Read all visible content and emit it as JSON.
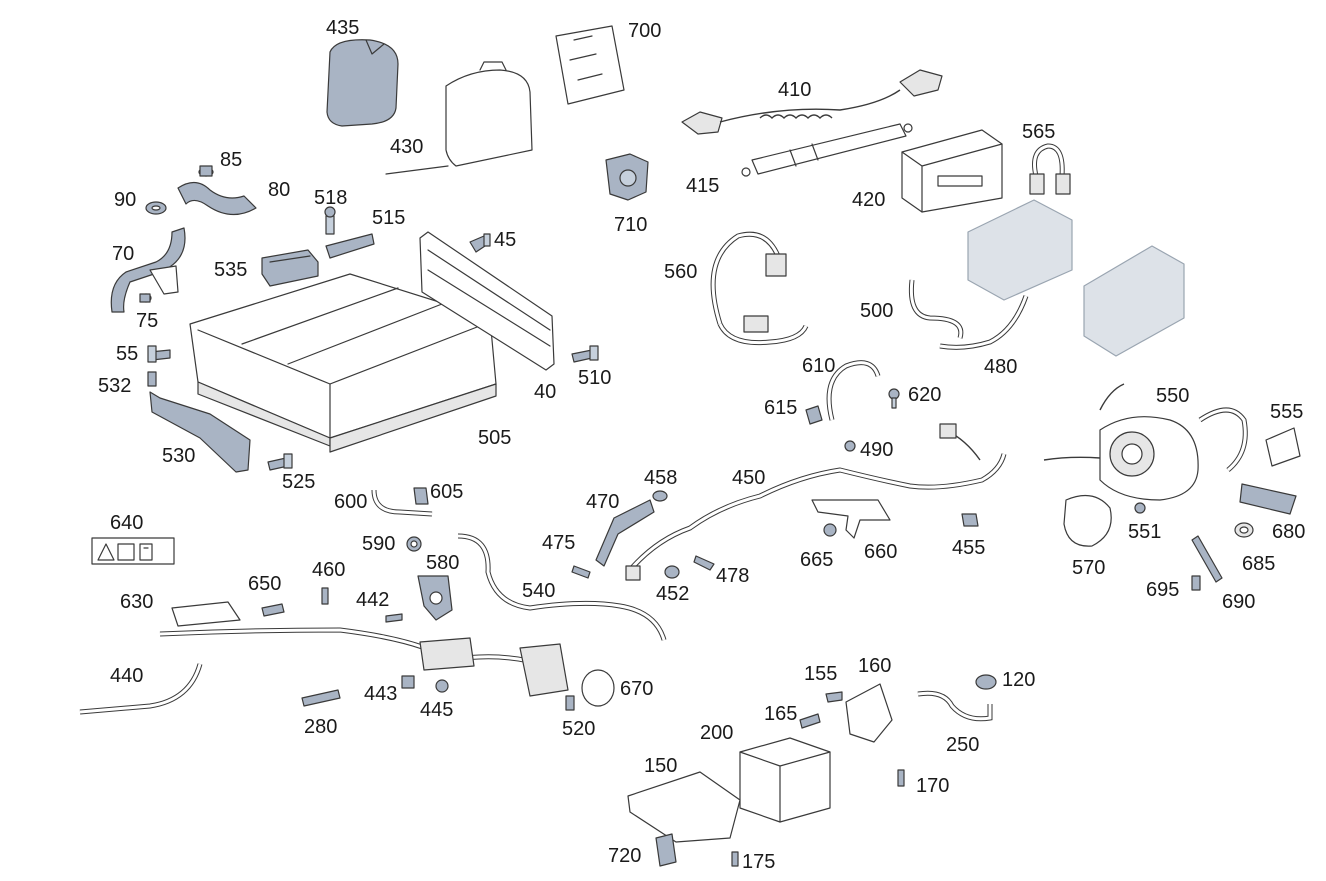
{
  "labels": {
    "p435": "435",
    "p430": "430",
    "p700": "700",
    "p410": "410",
    "p415": "415",
    "p420": "420",
    "p565": "565",
    "p710": "710",
    "p85": "85",
    "p80": "80",
    "p90": "90",
    "p70": "70",
    "p75": "75",
    "p518": "518",
    "p515": "515",
    "p535": "535",
    "p45": "45",
    "p40": "40",
    "p510": "510",
    "p505": "505",
    "p55": "55",
    "p532": "532",
    "p530": "530",
    "p525": "525",
    "p560": "560",
    "p500": "500",
    "p480": "480",
    "p610": "610",
    "p615": "615",
    "p620": "620",
    "p490": "490",
    "p550": "550",
    "p555": "555",
    "p551": "551",
    "p570": "570",
    "p680": "680",
    "p685": "685",
    "p695": "695",
    "p690": "690",
    "p600": "600",
    "p605": "605",
    "p640": "640",
    "p590": "590",
    "p580": "580",
    "p458": "458",
    "p470": "470",
    "p450": "450",
    "p475": "475",
    "p665": "665",
    "p660": "660",
    "p455": "455",
    "p452": "452",
    "p478": "478",
    "p540": "540",
    "p650": "650",
    "p460": "460",
    "p442": "442",
    "p630": "630",
    "p440": "440",
    "p443": "443",
    "p445": "445",
    "p280": "280",
    "p670": "670",
    "p520": "520",
    "p155": "155",
    "p160": "160",
    "p120": "120",
    "p165": "165",
    "p200": "200",
    "p250": "250",
    "p150": "150",
    "p170": "170",
    "p720": "720",
    "p175": "175"
  },
  "icons": [
    "high-voltage-warning-icon",
    "read-manual-icon",
    "gloves-icon"
  ],
  "colors": {
    "part_fill": "#a9b4c4",
    "line": "#3a3a3a",
    "background": "#ffffff"
  }
}
